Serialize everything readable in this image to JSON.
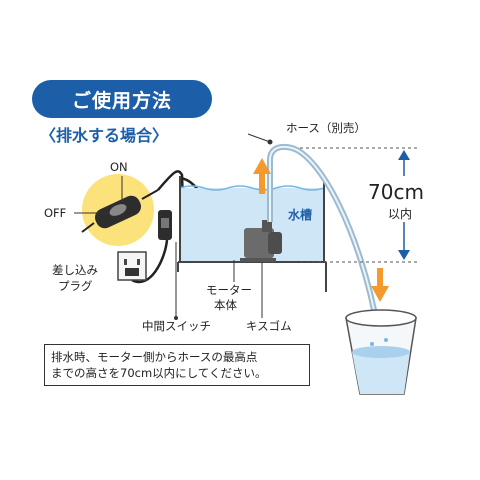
{
  "title": "ご使用方法",
  "section": "〈排水する場合〉",
  "labels": {
    "on": "ON",
    "off": "OFF",
    "plug_line1": "差し込み",
    "plug_line2": "プラグ",
    "middle_switch": "中間スイッチ",
    "motor_line1": "モーター",
    "motor_line2": "本体",
    "suction_cup": "キスゴム",
    "hose": "ホース（別売）",
    "tank": "水槽",
    "height_value": "70cm",
    "height_unit": "以内"
  },
  "note": {
    "line1": "排水時、モーター側からホースの最高点",
    "line2": "までの高さを70cm以内にしてください。"
  },
  "colors": {
    "brand_blue": "#1d5ea8",
    "water": "#cfe6f7",
    "arrow": "#f29a2e"
  }
}
